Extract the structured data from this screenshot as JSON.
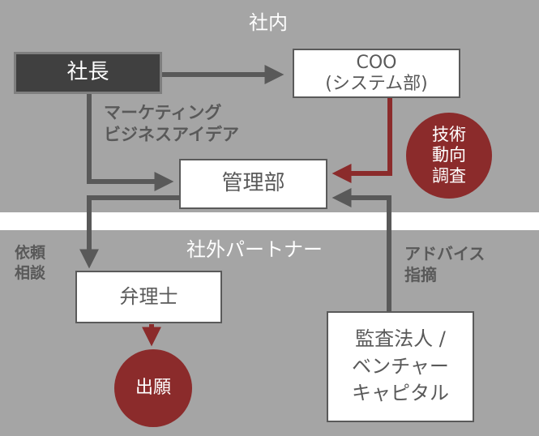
{
  "zones": {
    "internal": "社内",
    "external": "社外パートナー"
  },
  "nodes": {
    "president": "社長",
    "coo_line1": "COO",
    "coo_line2": "(システム部)",
    "admin": "管理部",
    "patent_attorney": "弁理士",
    "investors_line1": "監査法人 /",
    "investors_line2": "ベンチャー",
    "investors_line3": "キャピタル"
  },
  "circles": {
    "tech_lines": [
      "技術",
      "動向",
      "調査"
    ],
    "filing": "出願"
  },
  "annotations": {
    "marketing_line1": "マーケティング",
    "marketing_line2": "ビジネスアイデア",
    "request_line1": "依頼",
    "request_line2": "相談",
    "advice_line1": "アドバイス",
    "advice_line2": "指摘"
  },
  "colors": {
    "background_gray": "#a5a5a5",
    "divider_white": "#ffffff",
    "arrow_gray": "#595959",
    "accent_red": "#8b2b2b",
    "president_fill": "#404040"
  }
}
